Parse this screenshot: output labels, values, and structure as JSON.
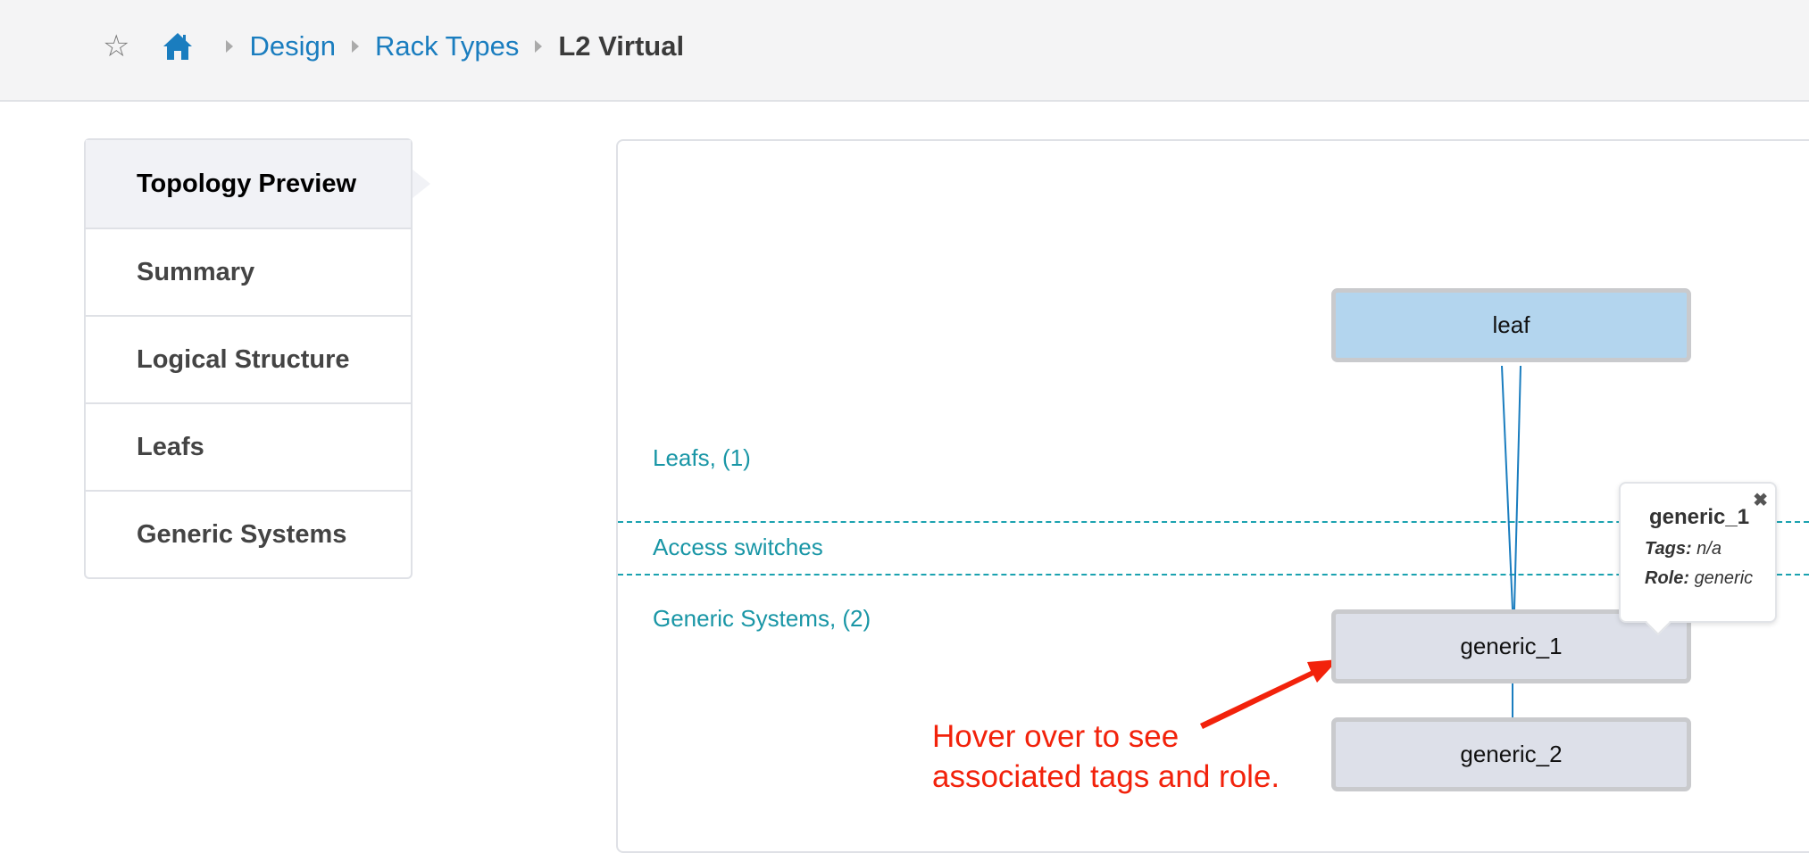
{
  "breadcrumb": {
    "items": [
      "Design",
      "Rack Types"
    ],
    "current": "L2 Virtual"
  },
  "sidebar": {
    "items": [
      {
        "label": "Topology Preview"
      },
      {
        "label": "Summary"
      },
      {
        "label": "Logical Structure"
      },
      {
        "label": "Leafs"
      },
      {
        "label": "Generic Systems"
      }
    ]
  },
  "topology": {
    "layers": {
      "leafs": "Leafs, (1)",
      "access": "Access switches",
      "generic": "Generic Systems, (2)"
    },
    "nodes": {
      "leaf": "leaf",
      "generic_1": "generic_1",
      "generic_2": "generic_2"
    }
  },
  "tooltip": {
    "title": "generic_1",
    "tags_label": "Tags:",
    "tags_value": "n/a",
    "role_label": "Role:",
    "role_value": "generic",
    "close": "✖"
  },
  "annotation": {
    "line1": "Hover over to see",
    "line2": "associated tags and role."
  },
  "colors": {
    "link": "#1a7dbf",
    "layer": "#1996a6",
    "annotation": "#f2220b",
    "leaf": "#b3d5ee",
    "generic": "#dde0e9"
  }
}
